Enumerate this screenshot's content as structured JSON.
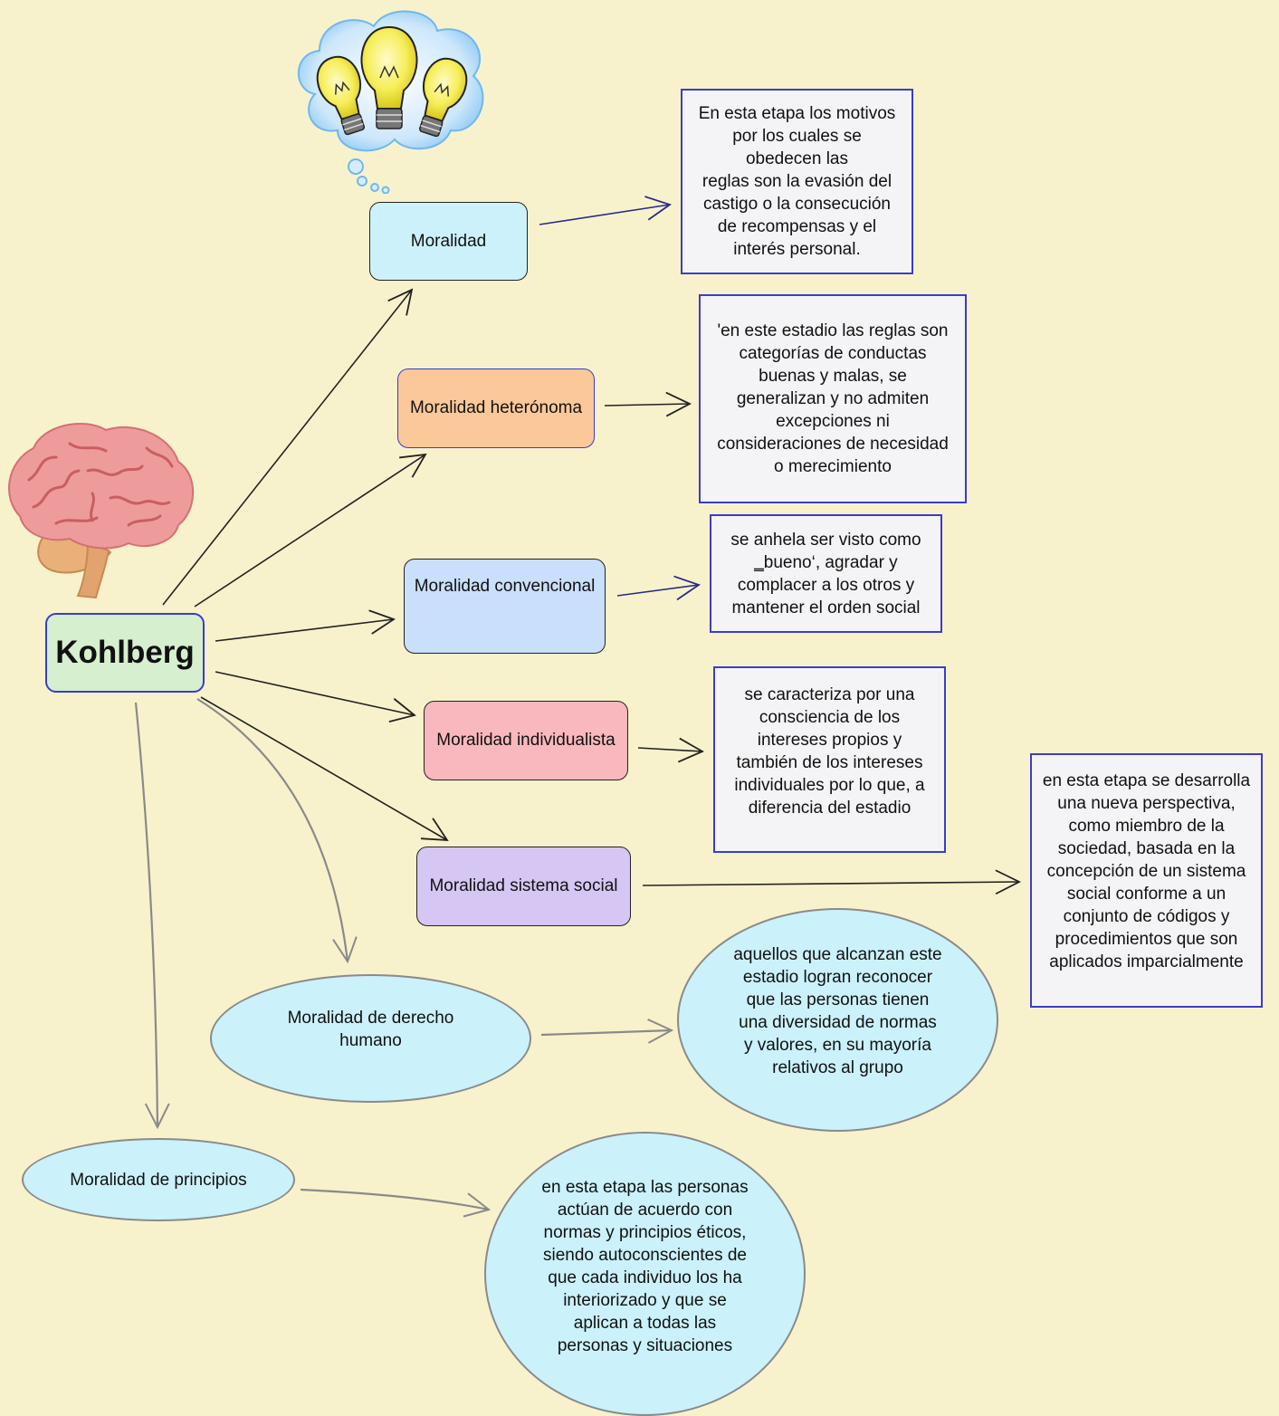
{
  "center": {
    "label": "Kohlberg"
  },
  "stages": [
    {
      "label": "Moralidad",
      "color": "#cdf1fb"
    },
    {
      "label": "Moralidad heterónoma",
      "color": "#fbc89a"
    },
    {
      "label": "Moralidad convencional",
      "color": "#c9dffb"
    },
    {
      "label": "Moralidad individualista",
      "color": "#f9b8bd"
    },
    {
      "label": "Moralidad sistema social",
      "color": "#d5c6f4"
    },
    {
      "label": "Moralidad de derecho\nhumano",
      "color": "#cbf1fa"
    },
    {
      "label": "Moralidad de principios",
      "color": "#cbf1fa"
    }
  ],
  "descriptions": [
    {
      "text": "En esta etapa los motivos\npor los cuales se\nobedecen las\nreglas son la evasión del\ncastigo o la consecución\nde recompensas y el\ninterés personal."
    },
    {
      "text": "'en este estadio las reglas son\ncategorías de conductas\nbuenas y malas, se\ngeneralizan y no admiten\nexcepciones ni\nconsideraciones de necesidad\no merecimiento"
    },
    {
      "text": "se anhela ser visto como\n‗bueno‘, agradar y\ncomplacer a los otros y\nmantener el orden social"
    },
    {
      "text": "se caracteriza por una\nconsciencia de los\nintereses propios y\ntambién de los intereses\nindividuales por lo que, a\ndiferencia del estadio"
    },
    {
      "text": "en esta etapa se desarrolla\nuna nueva perspectiva,\ncomo miembro de la\nsociedad, basada en la\nconcepción de un sistema\nsocial conforme a un\nconjunto de códigos y\nprocedimientos que son\naplicados imparcialmente"
    },
    {
      "text": "aquellos que alcanzan este\nestadio logran reconocer\nque las personas tienen\nuna diversidad de normas\ny valores, en su mayoría\nrelativos al grupo"
    },
    {
      "text": "en esta etapa las personas\nactúan de acuerdo con\nnormas y principios éticos,\nsiendo autoconscientes de\nque cada individuo los ha\ninteriorizado y que se\naplican a todas las\npersonas y situaciones"
    }
  ],
  "icons": [
    "lightbulbs-cloud-icon",
    "brain-icon"
  ]
}
